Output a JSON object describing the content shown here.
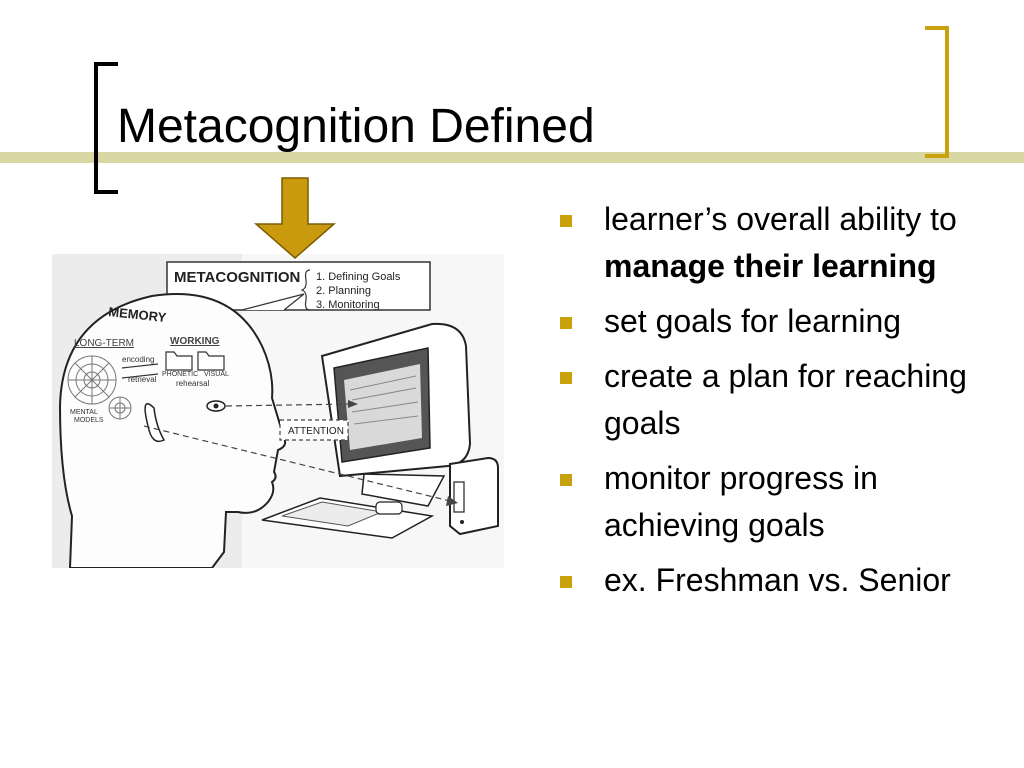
{
  "slide": {
    "title": "Metacognition Defined"
  },
  "figure": {
    "metacognition_label": "METACOGNITION",
    "steps": [
      "1. Defining Goals",
      "2. Planning",
      "3. Monitoring"
    ],
    "memory_label": "MEMORY",
    "long_term_label": "LONG-TERM",
    "working_label": "WORKING",
    "encoding_label": "encoding",
    "retrieval_label": "retrieval",
    "phonetic_label": "PHONETIC",
    "visual_label": "VISUAL",
    "rehearsal_label": "rehearsal",
    "mental_models_label": [
      "MENTAL",
      "MODELS"
    ],
    "attention_label": "ATTENTION"
  },
  "bullets": [
    {
      "text": "learner’s overall ability to ",
      "bold": "manage their learning"
    },
    {
      "text": "set goals for learning",
      "bold": ""
    },
    {
      "text": "create a plan for reaching goals",
      "bold": ""
    },
    {
      "text": "monitor progress in achieving goals",
      "bold": ""
    },
    {
      "text": "ex. Freshman vs. Senior",
      "bold": ""
    }
  ],
  "colors": {
    "accent_gold": "#c9a10a",
    "arrow_gold": "#c99a0e",
    "title_rule": "#d8d6a3"
  }
}
